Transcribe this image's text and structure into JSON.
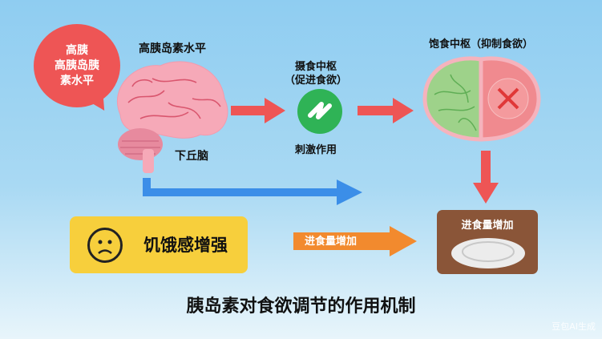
{
  "bubble": {
    "line1": "高胰",
    "line2": "高胰岛胰",
    "line3": "素水平"
  },
  "brain_left": {
    "label": "高胰岛素水平",
    "sub_label": "下丘脑"
  },
  "feeding_center": {
    "title": "摄食中枢",
    "subtitle": "（促进食欲）",
    "caption": "刺激作用"
  },
  "satiety_center": {
    "title": "饱食中枢（抑制食欲）"
  },
  "hunger_box": {
    "label": "饥饿感增强"
  },
  "arrow_label": "进食量增加",
  "plate_box": {
    "label": "进食量增加"
  },
  "title": "胰岛素对食欲调节的作用机制",
  "watermark": "豆包AI生成",
  "colors": {
    "red": "#ee5555",
    "blue": "#3b8ee8",
    "green": "#2fb356",
    "yellow": "#f7cf3c",
    "orange": "#f28a2e",
    "brown": "#8a5538"
  }
}
